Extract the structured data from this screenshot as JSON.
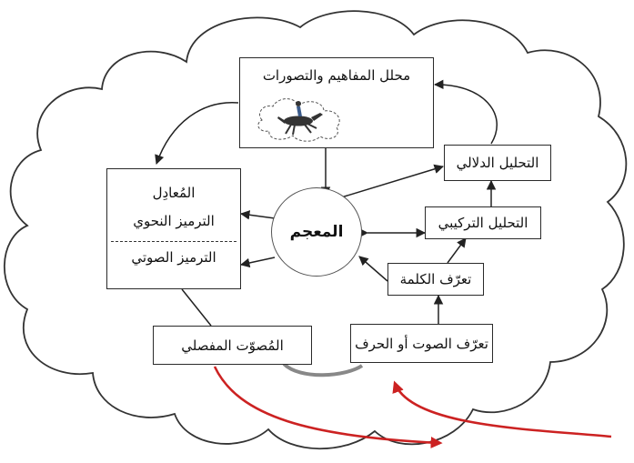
{
  "diagram": {
    "center": "المعجم",
    "concepts": "محلل المفاهيم والتصورات",
    "equalizer": {
      "title": "المُعادِل",
      "syntactic": "الترميز النحوي",
      "phonetic": "الترميز الصوتي"
    },
    "semantic_analysis": "التحليل الدلالي",
    "syntactic_analysis": "التحليل التركيبي",
    "word_recognition": "تعرّف الكلمة",
    "sound_recognition": "تعرّف الصوت أو الحرف",
    "articulator": "المُصوّت المفصلي"
  },
  "colors": {
    "arrow_red": "#cc2222",
    "line": "#2a2a2a",
    "cloud_stroke": "#333333"
  }
}
